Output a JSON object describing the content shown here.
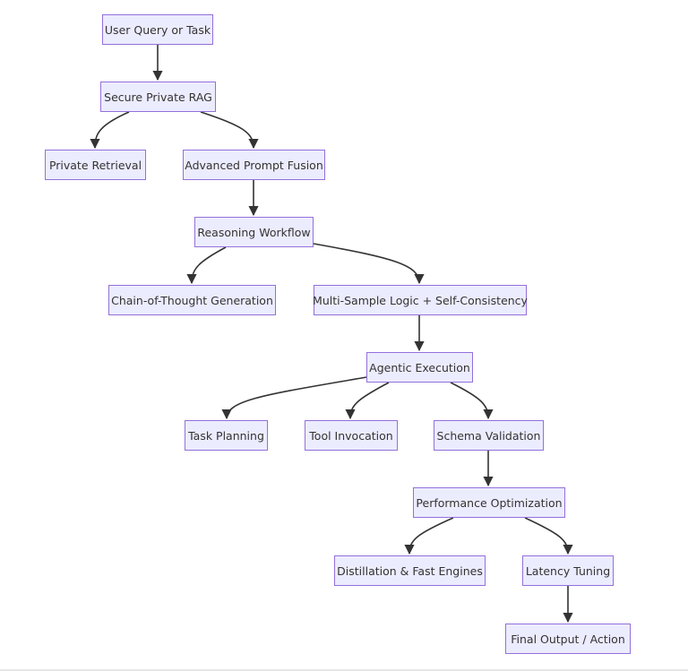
{
  "colors": {
    "node_fill": "#ececff",
    "node_border": "#9370db",
    "edge": "#333333",
    "text": "#333333"
  },
  "nodes": {
    "user_query": "User Query or Task",
    "secure_rag": "Secure Private RAG",
    "private_retrieval": "Private Retrieval",
    "advanced_prompt_fusion": "Advanced Prompt Fusion",
    "reasoning_workflow": "Reasoning Workflow",
    "chain_of_thought": "Chain-of-Thought Generation",
    "multi_sample": "Multi-Sample Logic + Self-Consistency",
    "agentic_execution": "Agentic Execution",
    "task_planning": "Task Planning",
    "tool_invocation": "Tool Invocation",
    "schema_validation": "Schema Validation",
    "performance_optimization": "Performance Optimization",
    "distillation": "Distillation & Fast Engines",
    "latency_tuning": "Latency Tuning",
    "final_output": "Final Output / Action"
  },
  "edges": [
    [
      "user_query",
      "secure_rag"
    ],
    [
      "secure_rag",
      "private_retrieval"
    ],
    [
      "secure_rag",
      "advanced_prompt_fusion"
    ],
    [
      "advanced_prompt_fusion",
      "reasoning_workflow"
    ],
    [
      "reasoning_workflow",
      "chain_of_thought"
    ],
    [
      "reasoning_workflow",
      "multi_sample"
    ],
    [
      "multi_sample",
      "agentic_execution"
    ],
    [
      "agentic_execution",
      "task_planning"
    ],
    [
      "agentic_execution",
      "tool_invocation"
    ],
    [
      "agentic_execution",
      "schema_validation"
    ],
    [
      "schema_validation",
      "performance_optimization"
    ],
    [
      "performance_optimization",
      "distillation"
    ],
    [
      "performance_optimization",
      "latency_tuning"
    ],
    [
      "latency_tuning",
      "final_output"
    ]
  ]
}
